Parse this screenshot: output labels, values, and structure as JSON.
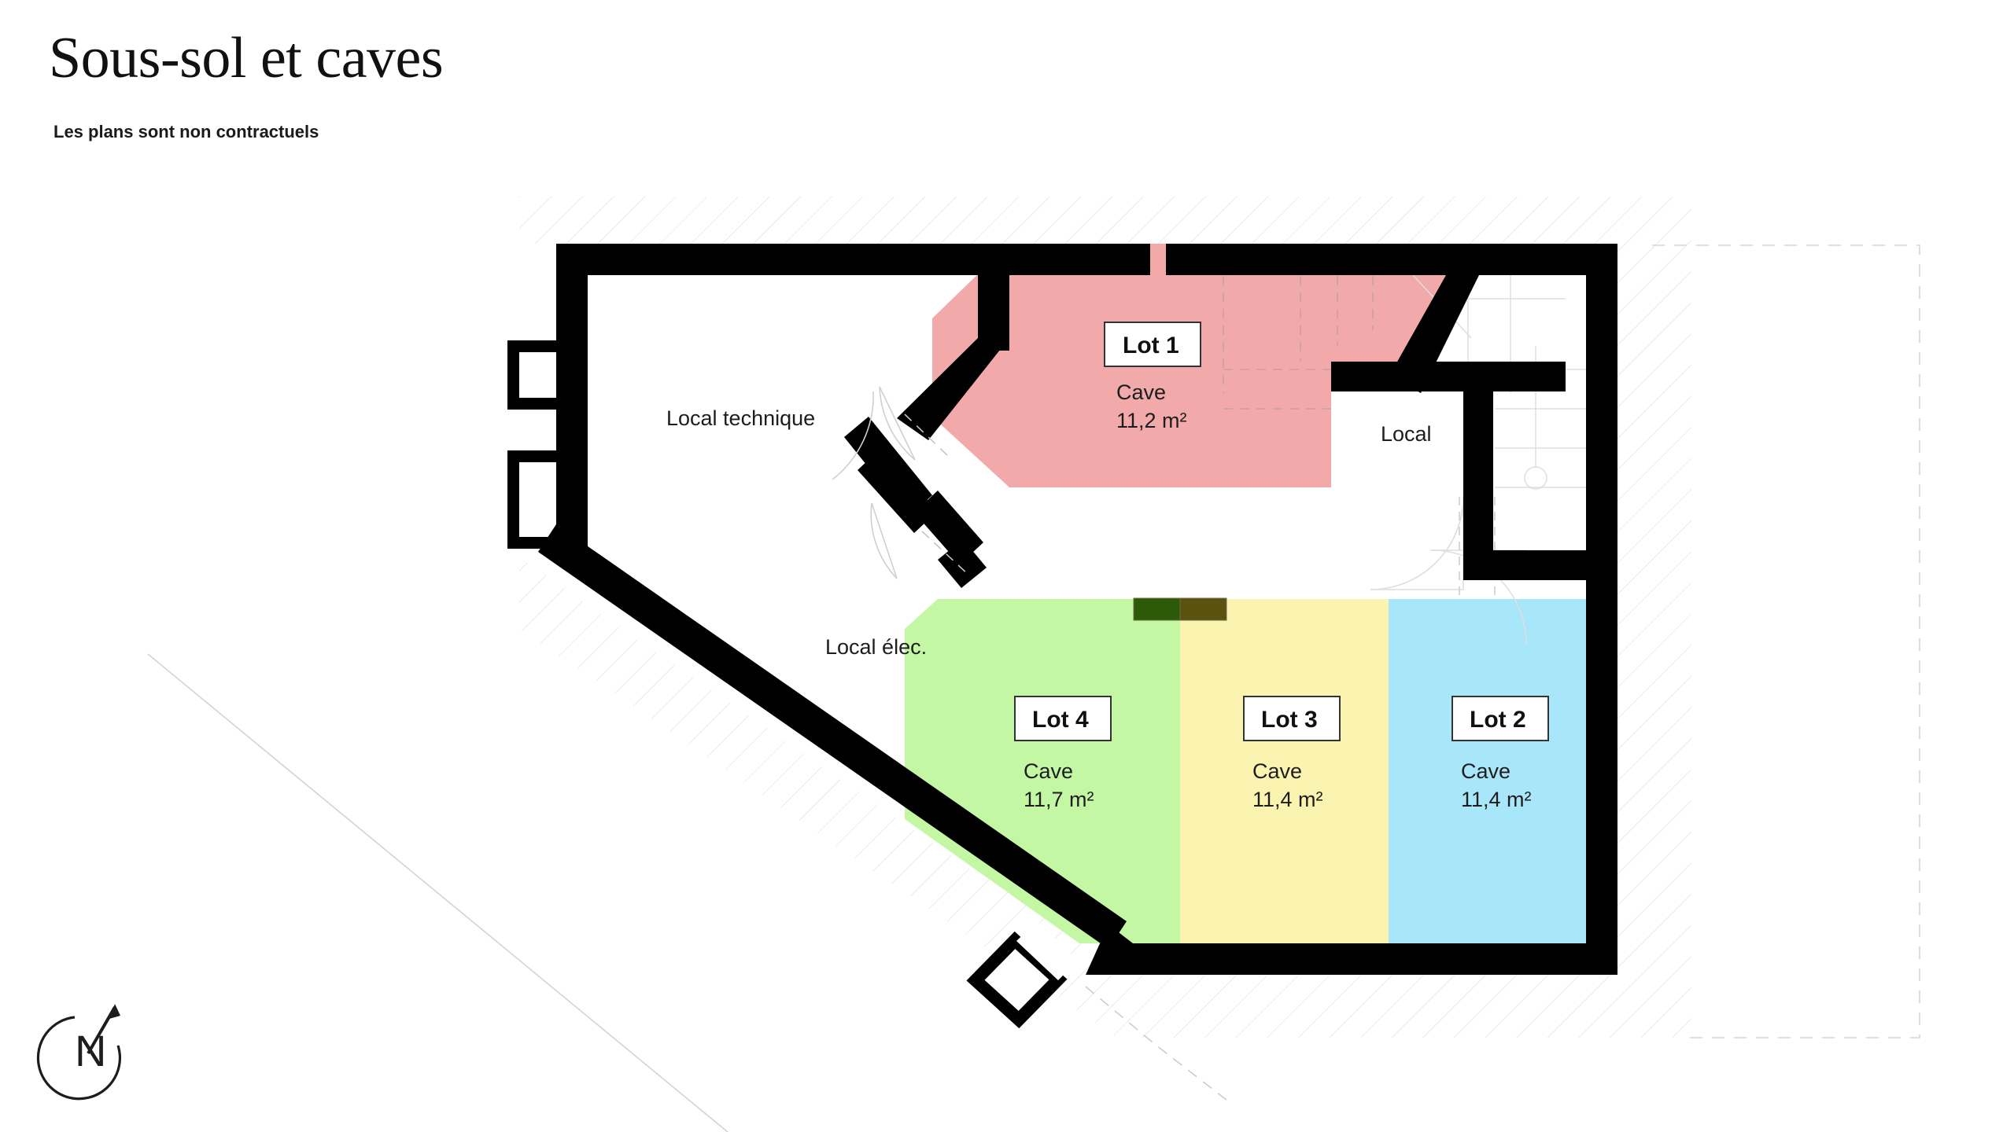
{
  "header": {
    "title": "Sous-sol et caves",
    "subtitle": "Les plans sont non contractuels"
  },
  "compass": {
    "label": "N"
  },
  "plan": {
    "lots": [
      {
        "id": "lot1",
        "badge": "Lot 1",
        "room": "Cave",
        "area": "11,2 m²",
        "color": "#F2A9A9"
      },
      {
        "id": "lot2",
        "badge": "Lot 2",
        "room": "Cave",
        "area": "11,4 m²",
        "color": "#A8E7FA"
      },
      {
        "id": "lot3",
        "badge": "Lot 3",
        "room": "Cave",
        "area": "11,4 m²",
        "color": "#FAF4B0"
      },
      {
        "id": "lot4",
        "badge": "Lot 4",
        "room": "Cave",
        "area": "11,7 m²",
        "color": "#C4F7A4"
      }
    ],
    "service_rooms": [
      {
        "id": "local-technique",
        "label": "Local technique"
      },
      {
        "id": "local-elec",
        "label": "Local élec."
      },
      {
        "id": "local",
        "label": "Local"
      }
    ],
    "markers": {
      "swatch_green": "#2D5A06",
      "swatch_olive": "#5C5210"
    },
    "wall_color": "#000000",
    "hatch_color": "#D8D8D8",
    "site_line_color": "#CFCFCF"
  }
}
